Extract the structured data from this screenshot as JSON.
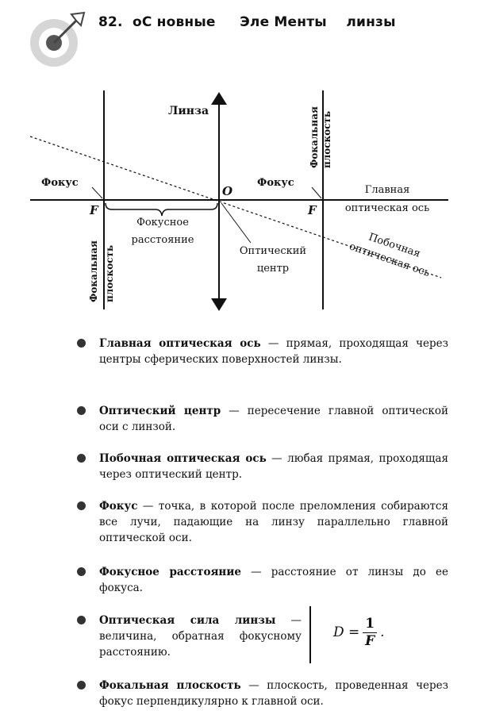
{
  "header": {
    "title": "82.  оС новные     Эле Менты    линзы",
    "logo_icon": "target-arrow-icon"
  },
  "diagram": {
    "lens_label": "Линза",
    "focal_plane_top_right": [
      "Фокальная",
      "плоскость"
    ],
    "focus_left": "Фокус",
    "focus_right": "Фокус",
    "point_F_left": "F",
    "point_F_right": "F",
    "point_O": "O",
    "main_axis_label": [
      "Главная",
      "оптическая ось"
    ],
    "focal_distance_label": [
      "Фокусное",
      "расстояние"
    ],
    "focal_plane_bottom_left": [
      "Фокальная",
      "плоскость"
    ],
    "optical_center_label": [
      "Оптический",
      "центр"
    ],
    "secondary_axis_label": [
      "Побочная",
      "оптическая ось"
    ]
  },
  "definitions": [
    {
      "term": "Главная оптическая ось",
      "text": " — прямая, проходя­щая через центры сферических поверхностей линзы."
    },
    {
      "term": "Оптический центр",
      "text": " — пересечение главной оп­тической оси с линзой."
    },
    {
      "term": "Побочная оптическая ось",
      "text": " — любая прямая, проходящая через оптический центр."
    },
    {
      "term": "Фокус",
      "text": " — точка, в которой после преломления со­бираются все лучи, падающие на линзу парал­лельно главной оптической оси."
    },
    {
      "term": "Фокусное расстояние",
      "text": " — расстояние от линзы до ее фокуса."
    },
    {
      "term": "Оптическая сила лин­зы",
      "text": " — величина, обратная фокусному расстоянию."
    },
    {
      "term": "Фокальная плоскость",
      "text": " — плоскость, проведен­ная через фокус перпендикулярно к главной оси."
    }
  ],
  "formula": {
    "lhs": "D =",
    "numerator": "1",
    "denominator": "F",
    "suffix": "."
  }
}
